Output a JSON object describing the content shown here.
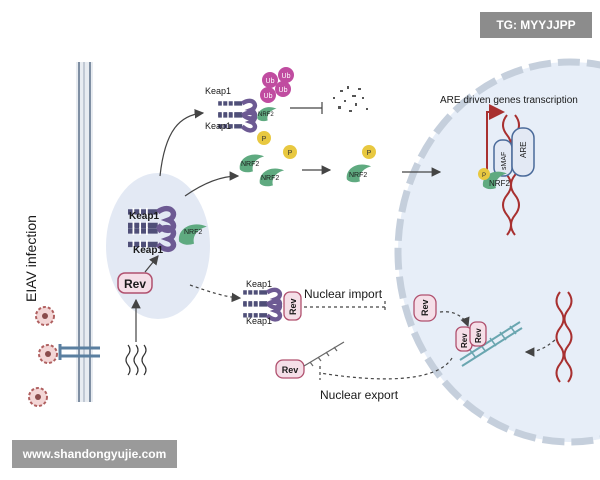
{
  "watermarks": {
    "top_right": "TG: MYYJJPP",
    "bottom_left": "www.shandongyujie.com"
  },
  "labels": {
    "infection": "EIAV infection",
    "keap1": "Keap1",
    "nrf2": "NRF2",
    "ub": "Ub",
    "phospho": "P",
    "rev": "Rev",
    "nuclear_import": "Nuclear import",
    "nuclear_export": "Nuclear export",
    "are_title": "ARE driven genes transcription",
    "smaf": "sMAF",
    "are": "ARE"
  },
  "colors": {
    "membrane": "#7f8fa3",
    "cell_bg": "#e3e9f4",
    "nucleus_bg": "#e7eef8",
    "keap1": "#4f4f78",
    "nrf2": "#5faa80",
    "ub": "#c04ca0",
    "phospho": "#e8c840",
    "rev_fill": "#f5dfe8",
    "rev_stroke": "#b0506e",
    "dna_red": "#a83030",
    "dna_teal": "#6aa6b0",
    "arrow": "#444444"
  }
}
